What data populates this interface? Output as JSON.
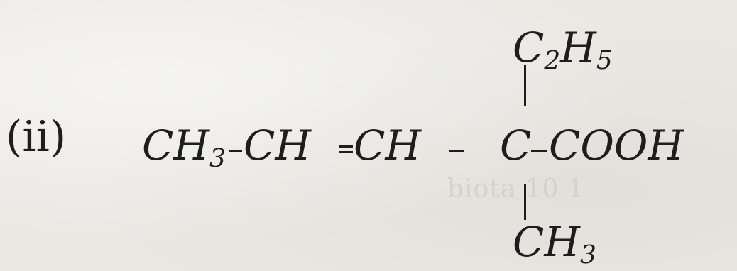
{
  "label": "(ii)",
  "formula": {
    "ch3_left": {
      "base": "CH",
      "sub": "3"
    },
    "ch_1": "CH",
    "ch_2": "CH",
    "carbon": "C",
    "carboxyl": "COOH",
    "substituent_top": {
      "base": "C",
      "sub": "2",
      "tail": "H",
      "sub2": "5"
    },
    "substituent_bottom": {
      "base": "CH",
      "sub": "3"
    }
  },
  "background_text": "biota 10 1"
}
